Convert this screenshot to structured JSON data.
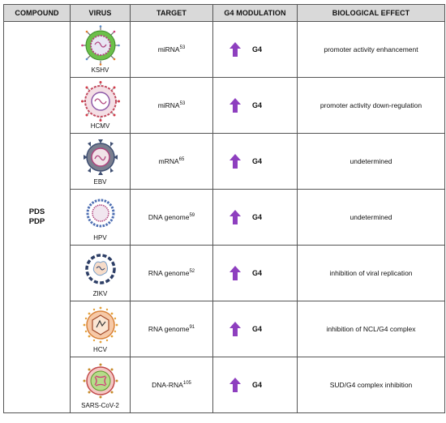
{
  "headers": {
    "compound": "COMPOUND",
    "virus": "VIRUS",
    "target": "TARGET",
    "modulation": "G4 MODULATION",
    "effect": "BIOLOGICAL EFFECT"
  },
  "compound": {
    "line1": "PDS",
    "line2": "PDP"
  },
  "colors": {
    "header_bg": "#d9d9d9",
    "arrow": "#8e3fbf"
  },
  "rows": [
    {
      "virus": "KSHV",
      "virus_icon": "kshv-virus-icon",
      "target": "miRNA",
      "ref": "53",
      "modulation": "G4",
      "arrow": "up-arrow-icon",
      "effect": "promoter activity enhancement"
    },
    {
      "virus": "HCMV",
      "virus_icon": "hcmv-virus-icon",
      "target": "miRNA",
      "ref": "53",
      "modulation": "G4",
      "arrow": "up-arrow-icon",
      "effect": "promoter activity down-regulation"
    },
    {
      "virus": "EBV",
      "virus_icon": "ebv-virus-icon",
      "target": "mRNA",
      "ref": "65",
      "modulation": "G4",
      "arrow": "up-arrow-icon",
      "effect": "undetermined"
    },
    {
      "virus": "HPV",
      "virus_icon": "hpv-virus-icon",
      "target": "DNA genome",
      "ref": "59",
      "modulation": "G4",
      "arrow": "up-arrow-icon",
      "effect": "undetermined"
    },
    {
      "virus": "ZIKV",
      "virus_icon": "zikv-virus-icon",
      "target": "RNA genome",
      "ref": "52",
      "modulation": "G4",
      "arrow": "up-arrow-icon",
      "effect": "inhibition of viral replication"
    },
    {
      "virus": "HCV",
      "virus_icon": "hcv-virus-icon",
      "target": "RNA genome",
      "ref": "91",
      "modulation": "G4",
      "arrow": "up-arrow-icon",
      "effect": "inhibition of NCL/G4 complex"
    },
    {
      "virus": "SARS-CoV-2",
      "virus_icon": "sars-cov-2-virus-icon",
      "target": "DNA-RNA",
      "ref": "105",
      "modulation": "G4",
      "arrow": "up-arrow-icon",
      "effect": "SUD/G4 complex inhibition"
    }
  ]
}
